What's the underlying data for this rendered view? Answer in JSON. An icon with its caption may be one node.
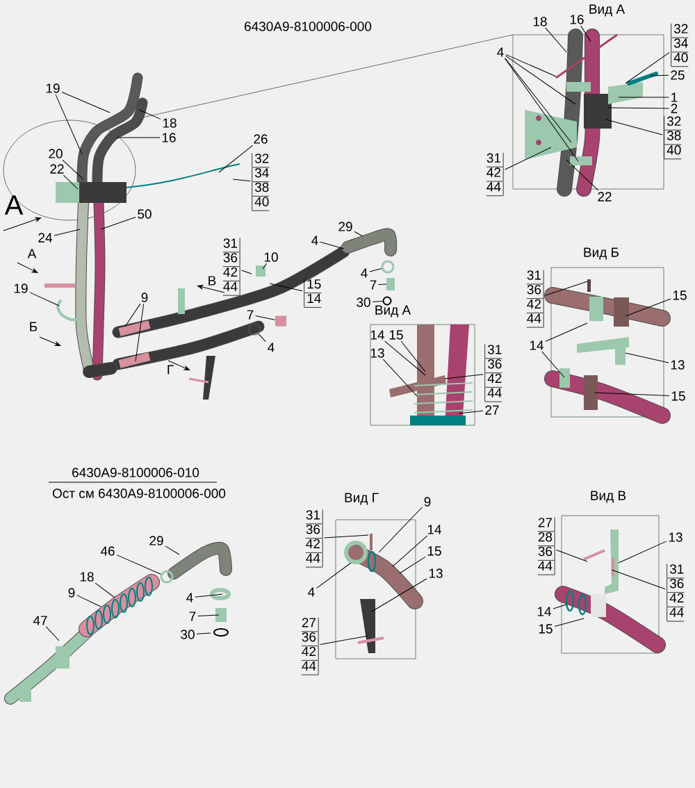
{
  "diagram": {
    "title": "6430А9-8100006-000",
    "nodes": [
      {
        "text": [
          "19"
        ]
      },
      {
        "text": [
          "18"
        ]
      },
      {
        "text": [
          "16"
        ]
      },
      {
        "text": [
          "20"
        ]
      },
      {
        "text": [
          "22"
        ]
      },
      {
        "text": [
          "26"
        ]
      },
      {
        "text": [
          "32",
          "34",
          "38",
          "40"
        ]
      },
      {
        "text": [
          "24"
        ]
      },
      {
        "text": [
          "50"
        ]
      },
      {
        "text": [
          "19"
        ]
      },
      {
        "text": [
          "9"
        ]
      },
      {
        "text": [
          "31",
          "36",
          "42",
          "44"
        ]
      },
      {
        "text": [
          "10"
        ]
      },
      {
        "text": [
          "15",
          "14"
        ]
      },
      {
        "text": [
          "4"
        ]
      },
      {
        "text": [
          "29"
        ]
      },
      {
        "text": [
          "4"
        ]
      },
      {
        "text": [
          "7"
        ]
      },
      {
        "text": [
          "30"
        ]
      },
      {
        "text": [
          "7"
        ]
      },
      {
        "text": [
          "4"
        ]
      },
      {
        "text": [
          "14"
        ]
      },
      {
        "text": [
          "15"
        ]
      },
      {
        "text": [
          "13"
        ]
      },
      {
        "text": [
          "31",
          "36",
          "42",
          "44"
        ]
      },
      {
        "text": [
          "27"
        ]
      },
      {
        "text": [
          "18"
        ]
      },
      {
        "text": [
          "16"
        ]
      },
      {
        "text": [
          "4"
        ]
      },
      {
        "text": [
          "32",
          "34",
          "40"
        ]
      },
      {
        "text": [
          "25"
        ]
      },
      {
        "text": [
          "1"
        ]
      },
      {
        "text": [
          "2"
        ]
      },
      {
        "text": [
          "32",
          "38",
          "40"
        ]
      },
      {
        "text": [
          "31",
          "42",
          "44"
        ]
      },
      {
        "text": [
          "22"
        ]
      },
      {
        "text": [
          "31",
          "36",
          "42",
          "44"
        ]
      },
      {
        "text": [
          "15"
        ]
      },
      {
        "text": [
          "14"
        ]
      },
      {
        "text": [
          "13"
        ]
      },
      {
        "text": [
          "15"
        ]
      },
      {
        "text": [
          "31",
          "36",
          "42",
          "44"
        ]
      },
      {
        "text": [
          "9"
        ]
      },
      {
        "text": [
          "14"
        ]
      },
      {
        "text": [
          "15"
        ]
      },
      {
        "text": [
          "13"
        ]
      },
      {
        "text": [
          "4"
        ]
      },
      {
        "text": [
          "27",
          "36",
          "42",
          "44"
        ]
      },
      {
        "text": [
          "27",
          "28",
          "36",
          "44"
        ]
      },
      {
        "text": [
          "13"
        ]
      },
      {
        "text": [
          "31",
          "36",
          "42",
          "44"
        ]
      },
      {
        "text": [
          "14"
        ]
      },
      {
        "text": [
          "15"
        ]
      },
      {
        "text": [
          "29"
        ]
      },
      {
        "text": [
          "46"
        ]
      },
      {
        "text": [
          "18"
        ]
      },
      {
        "text": [
          "9"
        ]
      },
      {
        "text": [
          "47"
        ]
      },
      {
        "text": [
          "4"
        ]
      },
      {
        "text": [
          "7"
        ]
      },
      {
        "text": [
          "30"
        ]
      },
      {
        "text": [],
        "shape": "circle"
      },
      {
        "text": [],
        "shape": "box"
      },
      {
        "text": [],
        "shape": "circle"
      },
      {
        "text": [],
        "shape": "circle"
      },
      {
        "text": [],
        "shape": "circle"
      }
    ],
    "edges": [
      {
        "from": 0,
        "to": null,
        "arrow": "none"
      },
      {
        "from": 0,
        "to": null,
        "arrow": "none"
      },
      {
        "from": 1,
        "to": null,
        "arrow": "none"
      },
      {
        "from": 2,
        "to": null,
        "arrow": "none"
      },
      {
        "from": 3,
        "to": null,
        "arrow": "none"
      },
      {
        "from": 4,
        "to": null,
        "arrow": "none"
      },
      {
        "from": 5,
        "to": null,
        "arrow": "none"
      },
      {
        "from": 6,
        "to": null,
        "arrow": "none"
      },
      {
        "from": 7,
        "to": null,
        "arrow": "none"
      },
      {
        "from": 8,
        "to": null,
        "arrow": "none"
      },
      {
        "from": 9,
        "to": null,
        "arrow": "none"
      },
      {
        "from": 10,
        "to": null,
        "arrow": "none"
      },
      {
        "from": 10,
        "to": null,
        "arrow": "none"
      },
      {
        "from": 11,
        "to": null,
        "arrow": "none"
      },
      {
        "from": 12,
        "to": null,
        "arrow": "none"
      },
      {
        "from": 13,
        "to": null,
        "arrow": "none"
      },
      {
        "from": 14,
        "to": null,
        "arrow": "none"
      },
      {
        "from": 15,
        "to": null,
        "arrow": "none"
      },
      {
        "from": 16,
        "to": 65,
        "arrow": "none"
      },
      {
        "from": 17,
        "to": null,
        "arrow": "none"
      },
      {
        "from": 18,
        "to": 61,
        "arrow": "none"
      },
      {
        "from": 19,
        "to": 62,
        "arrow": "none"
      },
      {
        "from": 20,
        "to": 63,
        "arrow": "none"
      },
      {
        "from": 21,
        "to": null,
        "arrow": "none"
      },
      {
        "from": 22,
        "to": null,
        "arrow": "none"
      },
      {
        "from": 23,
        "to": null,
        "arrow": "none"
      },
      {
        "from": 24,
        "to": null,
        "arrow": "none"
      },
      {
        "from": 25,
        "to": null,
        "arrow": "none"
      },
      {
        "from": 26,
        "to": null,
        "arrow": "none"
      },
      {
        "from": 27,
        "to": null,
        "arrow": "none"
      },
      {
        "from": 28,
        "to": null,
        "arrow": "none"
      },
      {
        "from": 28,
        "to": null,
        "arrow": "none"
      },
      {
        "from": 28,
        "to": null,
        "arrow": "none"
      },
      {
        "from": 28,
        "to": null,
        "arrow": "none"
      },
      {
        "from": 29,
        "to": null,
        "arrow": "none"
      },
      {
        "from": 30,
        "to": null,
        "arrow": "none"
      },
      {
        "from": 31,
        "to": null,
        "arrow": "none"
      },
      {
        "from": 32,
        "to": null,
        "arrow": "none"
      },
      {
        "from": 33,
        "to": null,
        "arrow": "none"
      },
      {
        "from": 34,
        "to": null,
        "arrow": "none"
      },
      {
        "from": 35,
        "to": null,
        "arrow": "none"
      },
      {
        "from": 36,
        "to": null,
        "arrow": "none"
      },
      {
        "from": 37,
        "to": null,
        "arrow": "none"
      },
      {
        "from": 38,
        "to": null,
        "arrow": "none"
      },
      {
        "from": 38,
        "to": null,
        "arrow": "none"
      },
      {
        "from": 39,
        "to": null,
        "arrow": "none"
      },
      {
        "from": 40,
        "to": null,
        "arrow": "none"
      },
      {
        "from": 41,
        "to": null,
        "arrow": "none"
      },
      {
        "from": 42,
        "to": null,
        "arrow": "none"
      },
      {
        "from": 43,
        "to": null,
        "arrow": "none"
      },
      {
        "from": 44,
        "to": null,
        "arrow": "none"
      },
      {
        "from": 45,
        "to": null,
        "arrow": "none"
      },
      {
        "from": 46,
        "to": null,
        "arrow": "none"
      },
      {
        "from": 47,
        "to": null,
        "arrow": "none"
      },
      {
        "from": 48,
        "to": null,
        "arrow": "none"
      },
      {
        "from": 49,
        "to": null,
        "arrow": "none"
      },
      {
        "from": 50,
        "to": null,
        "arrow": "none"
      },
      {
        "from": 51,
        "to": null,
        "arrow": "none"
      },
      {
        "from": 52,
        "to": null,
        "arrow": "none"
      },
      {
        "from": 53,
        "to": null,
        "arrow": "none"
      },
      {
        "from": 54,
        "to": 64,
        "arrow": "none"
      },
      {
        "from": 55,
        "to": null,
        "arrow": "none"
      },
      {
        "from": 56,
        "to": null,
        "arrow": "none"
      },
      {
        "from": 57,
        "to": null,
        "arrow": "none"
      },
      {
        "from": 58,
        "to": null,
        "arrow": "none"
      },
      {
        "from": 59,
        "to": null,
        "arrow": "none"
      },
      {
        "from": 60,
        "to": null,
        "arrow": "none"
      }
    ],
    "labels": [
      "А",
      "А",
      "Б",
      "В",
      "Г",
      "Вид А",
      "Вид А",
      "Вид Б",
      "Вид Г",
      "Вид В",
      "6430А9-8100006-010",
      "Ост см 6430А9-8100006-000"
    ]
  }
}
